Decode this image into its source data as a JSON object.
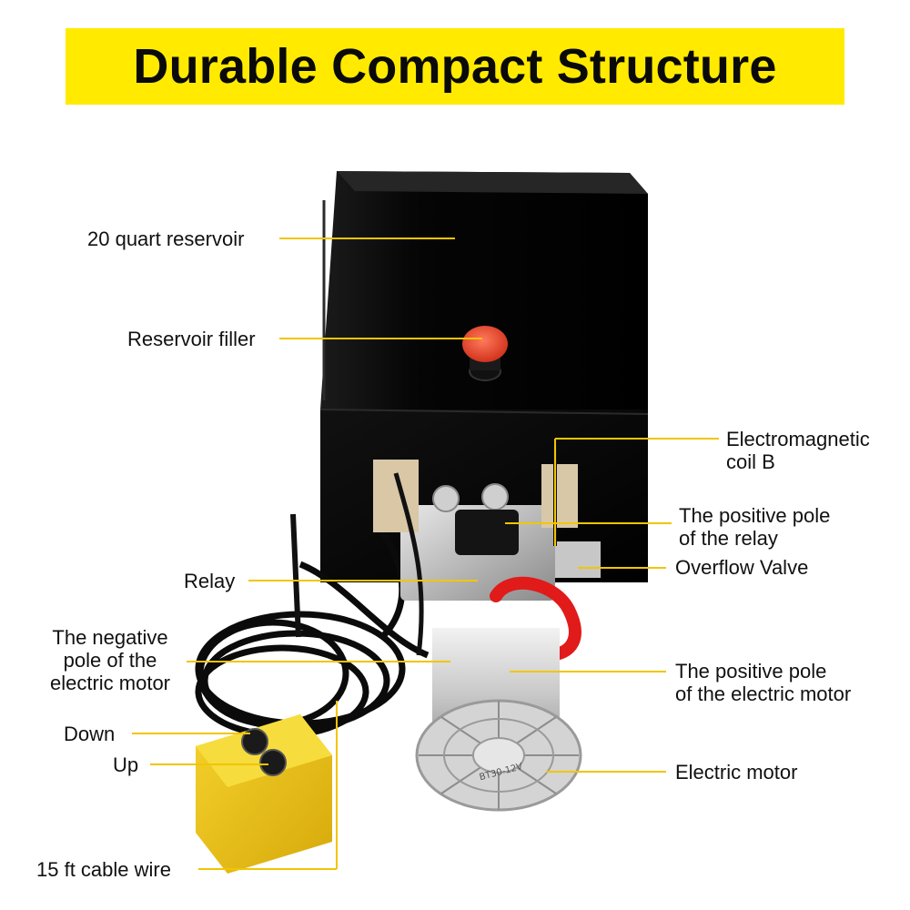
{
  "banner": {
    "title": "Durable Compact Structure",
    "background": "#ffea00"
  },
  "colors": {
    "leader_line": "#f2c500",
    "reservoir": "#050505",
    "filler_cap": "#e2452d",
    "control_box": "#f1c40f",
    "boot_red": "#e21b1b",
    "motor_gray": "#b8b8b8"
  },
  "labels": {
    "reservoir": "20 quart reservoir",
    "filler": "Reservoir filler",
    "relay": "Relay",
    "negative_pole_motor": [
      "The negative",
      "pole of the",
      "electric motor"
    ],
    "down": "Down",
    "up": "Up",
    "cable": "15 ft cable wire",
    "coil_b": [
      "Electromagnetic",
      "coil B"
    ],
    "positive_pole_relay": [
      "The positive pole",
      "of the relay"
    ],
    "overflow_valve": "Overflow Valve",
    "positive_pole_motor": [
      "The positive pole",
      "of the electric motor"
    ],
    "electric_motor": "Electric motor"
  },
  "product": {
    "motor_plate_text": "BT30-12V",
    "icons": [
      "hydraulic-pump-unit-image",
      "control-box-icon",
      "motor-icon",
      "reservoir-icon"
    ]
  }
}
